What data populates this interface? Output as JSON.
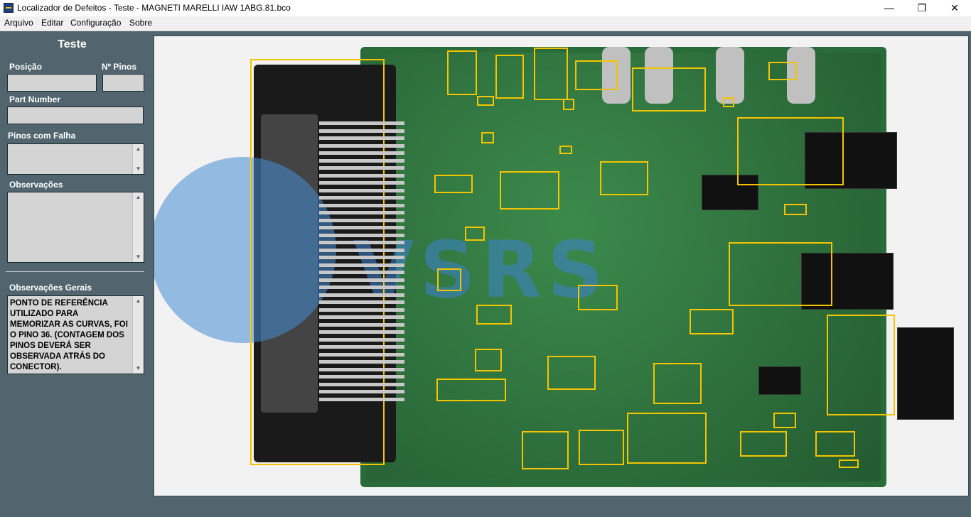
{
  "window": {
    "title": "Localizador de Defeitos - Teste - MAGNETI MARELLI  IAW 1ABG.81.bco",
    "minimize_glyph": "—",
    "maximize_glyph": "❐",
    "close_glyph": "✕"
  },
  "menu": {
    "items": [
      "Arquivo",
      "Editar",
      "Configuração",
      "Sobre"
    ]
  },
  "sidebar": {
    "title": "Teste",
    "posicao_label": "Posição",
    "posicao_value": "",
    "pinos_label": "Nº Pinos",
    "pinos_value": "",
    "part_number_label": "Part Number",
    "part_number_value": "",
    "pinos_falha_label": "Pinos com Falha",
    "pinos_falha_value": "",
    "observacoes_label": "Observações",
    "observacoes_value": "",
    "obs_gerais_label": "Observações Gerais",
    "obs_gerais_value": "PONTO DE REFERÊNCIA UTILIZADO PARA MEMORIZAR AS CURVAS, FOI O PINO 36. (CONTAGEM DOS PINOS DEVERÁ SER OBSERVADA ATRÁS DO CONECTOR)."
  },
  "viewer": {
    "highlight_color": "#f5c400",
    "watermark_color": "#468cd2"
  }
}
